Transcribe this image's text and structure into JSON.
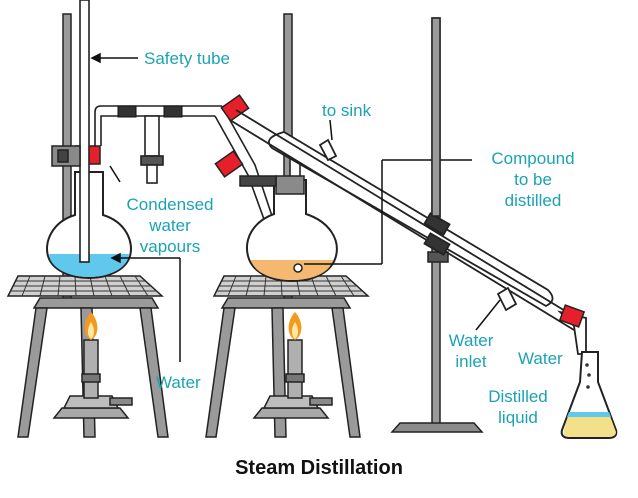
{
  "title": "Steam Distillation",
  "labels": {
    "safety_tube": "Safety tube",
    "to_sink": "to sink",
    "compound_line1": "Compound",
    "compound_line2": "to be",
    "compound_line3": "distilled",
    "condensed_line1": "Condensed",
    "condensed_line2": "water",
    "condensed_line3": "vapours",
    "water": "Water",
    "water_inlet_line1": "Water",
    "water_inlet_line2": "inlet",
    "water_flask": "Water",
    "distilled_line1": "Distilled",
    "distilled_line2": "liquid"
  },
  "colors": {
    "label": "#1ba3b4",
    "water": "#5fc8ec",
    "compound": "#f4b870",
    "distilled_liquid": "#f3e08a",
    "stopper": "#e5202a",
    "flame_outer": "#f39a1c",
    "flame_inner": "#ffe9a8",
    "stand": "#8c8c8c"
  }
}
